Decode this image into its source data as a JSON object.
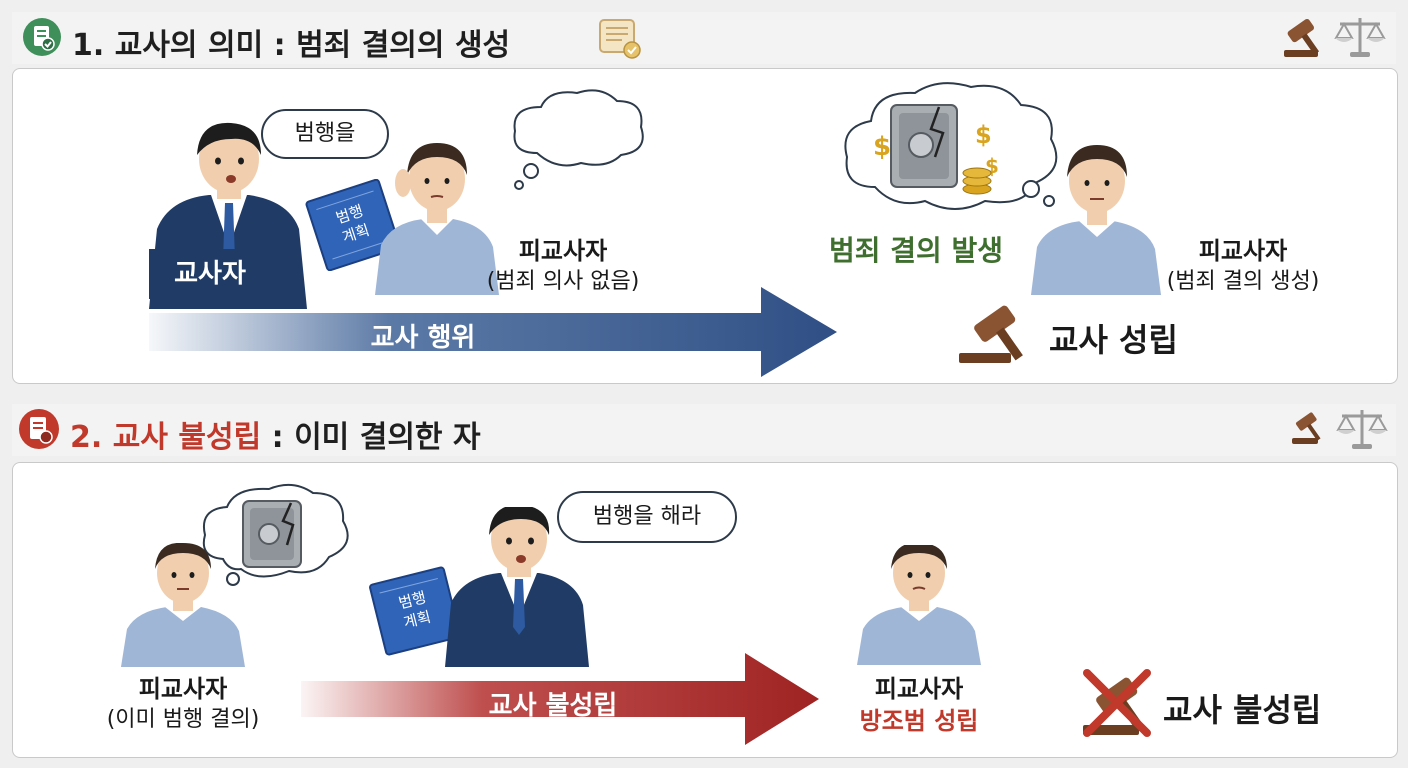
{
  "section1": {
    "number": "1.",
    "title": "교사의 의미 : 범죄 결의의 생성",
    "speech": "범행을",
    "teacher_label": "교사자",
    "plan_paper": "범행\n계획",
    "target_name": "피교사자",
    "target_state": "(범죄 의사 없음)",
    "arrow_label": "교사 행위",
    "result_label": "범죄 결의 발생",
    "result_target_name": "피교사자",
    "result_target_state": "(범죄 결의 생성)",
    "outcome": "교사 성립"
  },
  "section2": {
    "number": "2.",
    "title_red": "교사 불성립",
    "title_rest": ": 이미 결의한 자",
    "speech": "범행을 해라",
    "plan_paper": "범행\n계획",
    "target_name": "피교사자",
    "target_state": "(이미 범행 결의)",
    "arrow_label": "교사 불성립",
    "result_target_name": "피교사자",
    "result_target_state": "방조범 성립",
    "outcome": "교사 불성립"
  },
  "colors": {
    "navy": "#1f3b66",
    "blue_arrow": "#3f6296",
    "red_arrow": "#b3302f",
    "green_text": "#3f6f2f",
    "red_text": "#c0392b",
    "shirt": "#9fb6d6",
    "brown": "#7a4a2e"
  },
  "icons": [
    "document-check-icon",
    "document-edit-icon",
    "scroll-icon",
    "gavel-icon",
    "scale-icon",
    "safe-icon",
    "dollar-icon",
    "coins-icon",
    "thought-cloud-icon",
    "cross-icon"
  ]
}
